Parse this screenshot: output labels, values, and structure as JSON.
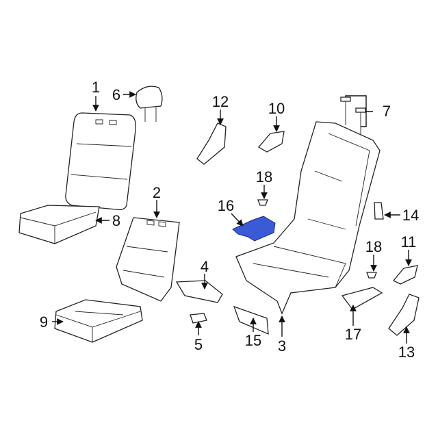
{
  "diagram": {
    "highlight_color": "#3b5bd6",
    "callouts": [
      {
        "id": "c1",
        "label": "1"
      },
      {
        "id": "c2",
        "label": "2"
      },
      {
        "id": "c3",
        "label": "3"
      },
      {
        "id": "c4",
        "label": "4"
      },
      {
        "id": "c5",
        "label": "5"
      },
      {
        "id": "c6",
        "label": "6"
      },
      {
        "id": "c7",
        "label": "7"
      },
      {
        "id": "c8",
        "label": "8"
      },
      {
        "id": "c9",
        "label": "9"
      },
      {
        "id": "c10",
        "label": "10"
      },
      {
        "id": "c11",
        "label": "11"
      },
      {
        "id": "c12",
        "label": "12"
      },
      {
        "id": "c13",
        "label": "13"
      },
      {
        "id": "c14",
        "label": "14"
      },
      {
        "id": "c15",
        "label": "15"
      },
      {
        "id": "c16",
        "label": "16"
      },
      {
        "id": "c17",
        "label": "17"
      },
      {
        "id": "c18a",
        "label": "18"
      },
      {
        "id": "c18b",
        "label": "18"
      }
    ]
  }
}
